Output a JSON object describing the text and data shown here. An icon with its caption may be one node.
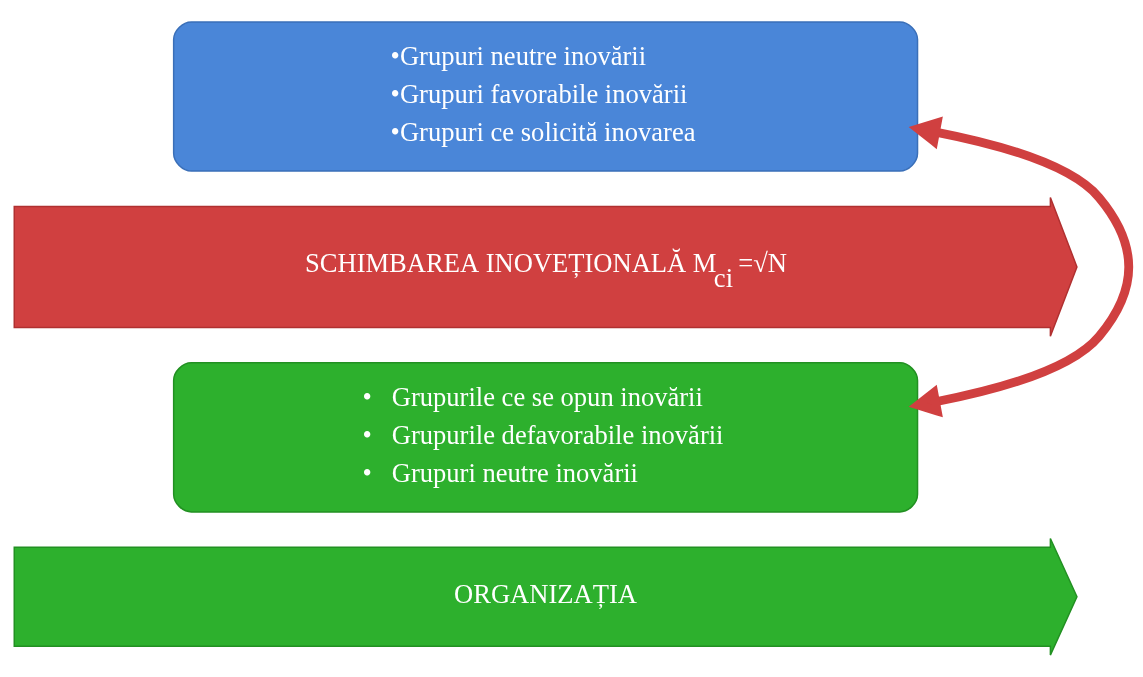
{
  "diagram": {
    "nodes": [
      {
        "text": [
          "•Grupuri neutre inovării",
          "•Grupuri favorabile inovării",
          "•Grupuri ce solicită inovarea"
        ]
      },
      {
        "text": [
          "SCHIMBAREA INOVEȚIONALĂ M$_{ci}$ =√N"
        ]
      },
      {
        "text": [
          "•   Grupurile ce se opun inovării",
          "•   Grupurile defavorabile inovării",
          "•   Grupuri neutre inovării"
        ]
      },
      {
        "text": [
          "ORGANIZAȚIA"
        ]
      }
    ],
    "edges": [
      {
        "from": 0,
        "to": 2,
        "arrow": "both",
        "color": "#d04040"
      }
    ]
  }
}
